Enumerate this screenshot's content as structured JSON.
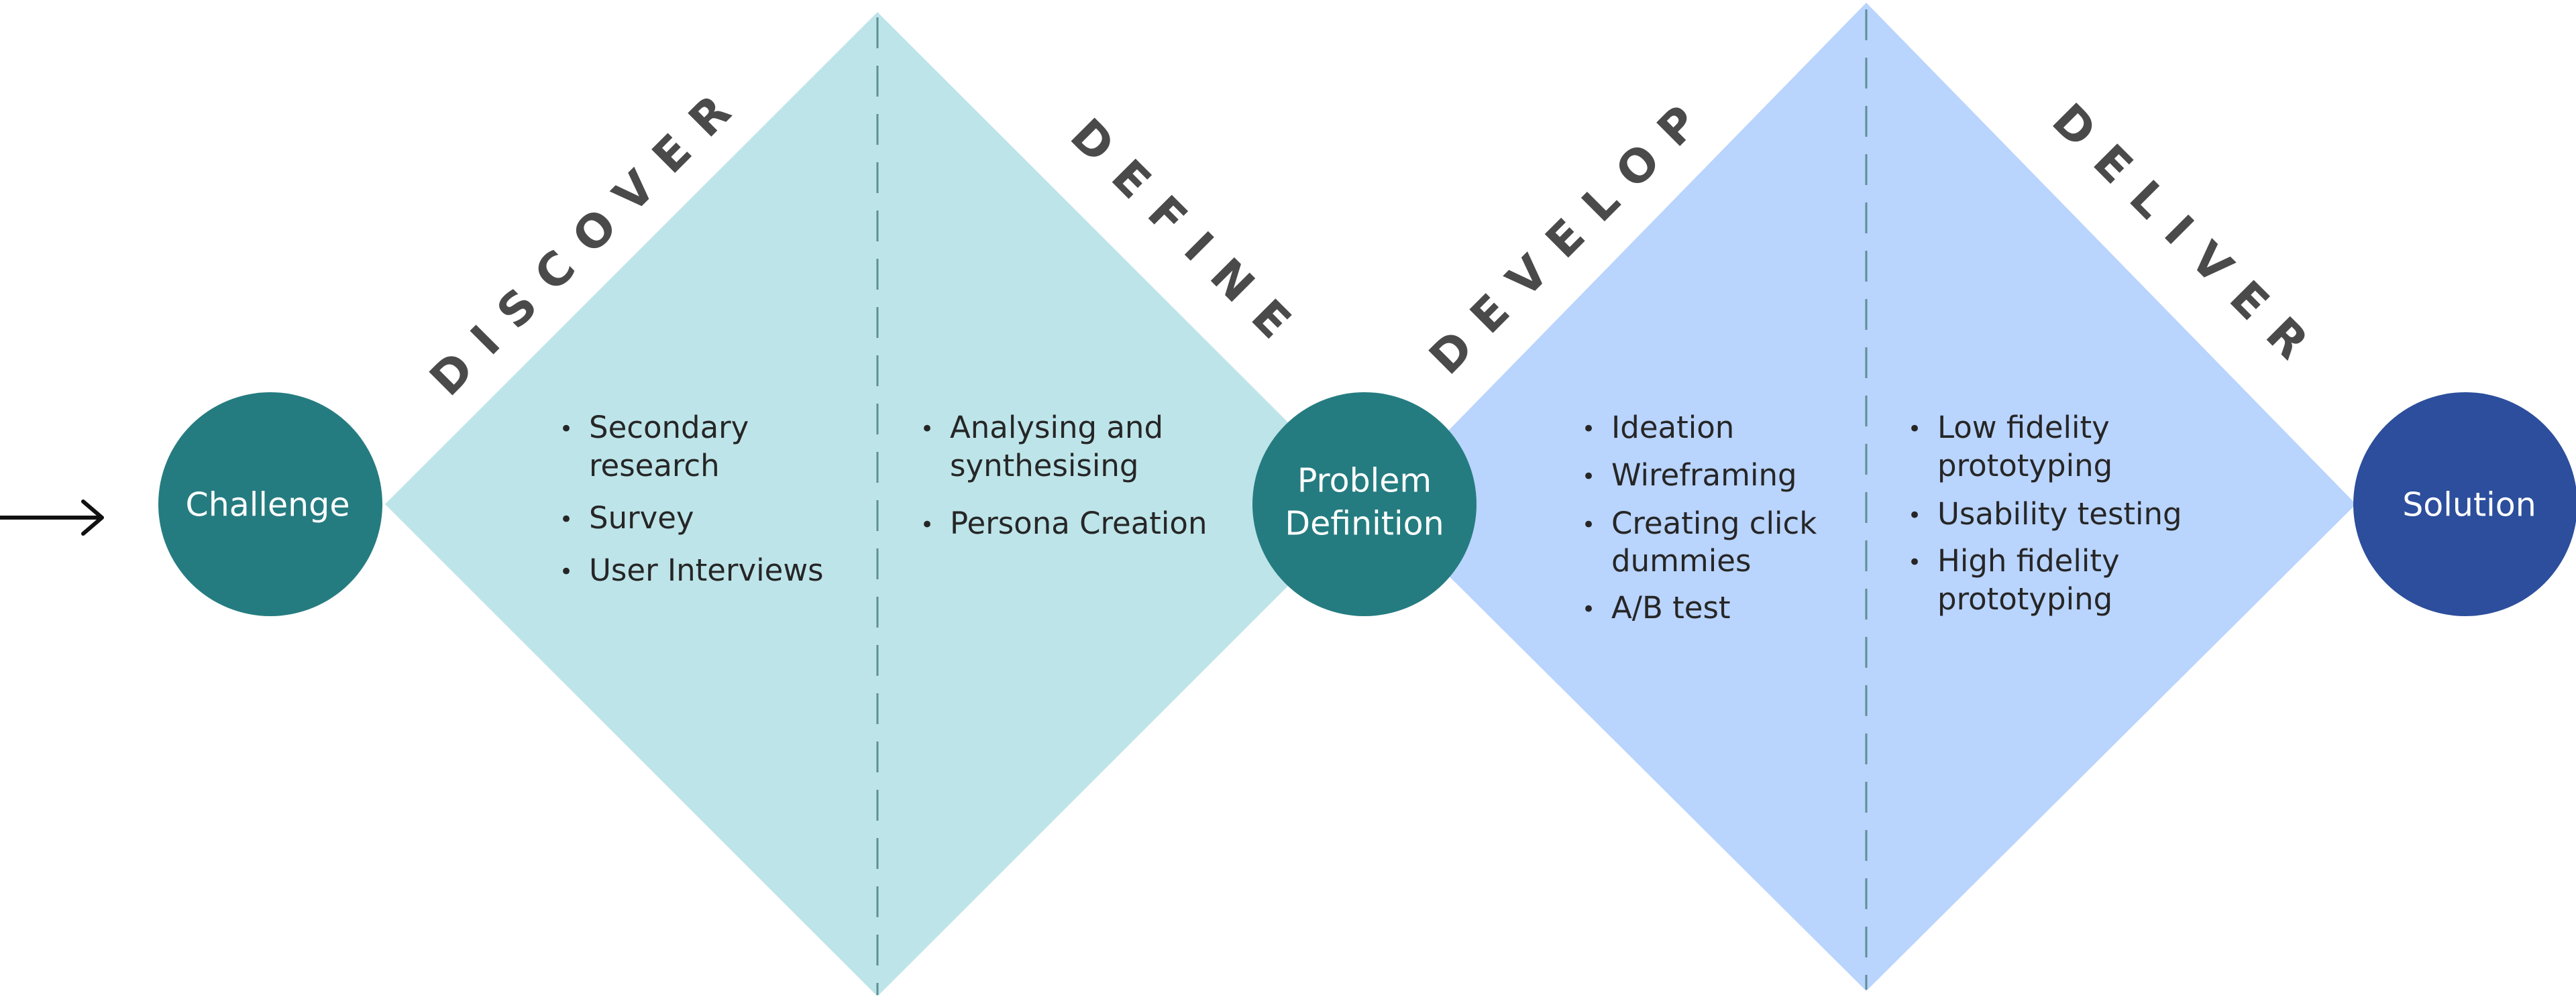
{
  "colors": {
    "diamond_left": "#bde4e9",
    "diamond_right": "#b9d4fd",
    "circle_teal": "#257c80",
    "circle_blue": "#2c4e9c",
    "phase_text": "#4a4a4a",
    "body_text": "#262626",
    "divider": "#5f8f93",
    "circle_text": "#ffffff",
    "arrow": "#111111"
  },
  "entry_arrow_icon": "arrow-right-icon",
  "circles": {
    "challenge": "Challenge",
    "problem_line1": "Problem",
    "problem_line2": "Definition",
    "solution": "Solution"
  },
  "phases": {
    "discover": {
      "label": "DISCOVER",
      "items": [
        {
          "lines": [
            "Secondary",
            "research"
          ]
        },
        {
          "lines": [
            "Survey"
          ]
        },
        {
          "lines": [
            "User Interviews"
          ]
        }
      ]
    },
    "define": {
      "label": "DEFINE",
      "items": [
        {
          "lines": [
            "Analysing and",
            "synthesising"
          ]
        },
        {
          "lines": [
            "Persona Creation"
          ]
        }
      ]
    },
    "develop": {
      "label": "DEVELOP",
      "items": [
        {
          "lines": [
            "Ideation"
          ]
        },
        {
          "lines": [
            "Wireframing"
          ]
        },
        {
          "lines": [
            "Creating click",
            "dummies"
          ]
        },
        {
          "lines": [
            "A/B test"
          ]
        }
      ]
    },
    "deliver": {
      "label": "DELIVER",
      "items": [
        {
          "lines": [
            "Low fidelity",
            "prototyping"
          ]
        },
        {
          "lines": [
            "Usability testing"
          ]
        },
        {
          "lines": [
            "High fidelity",
            "prototyping"
          ]
        }
      ]
    }
  }
}
